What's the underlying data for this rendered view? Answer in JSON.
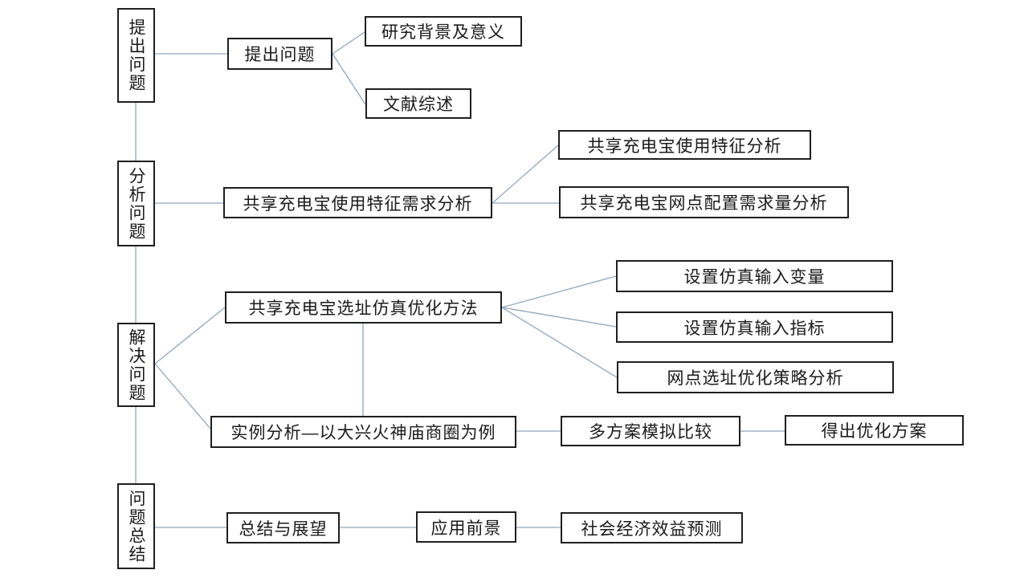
{
  "diagram": {
    "stages": [
      {
        "label": "提出问题"
      },
      {
        "label": "分析问题"
      },
      {
        "label": "解决问题"
      },
      {
        "label": "问题总结"
      }
    ],
    "nodes": {
      "raise_problem": "提出问题",
      "research_background": "研究背景及意义",
      "literature_review": "文献综述",
      "usage_demand_analysis": "共享充电宝使用特征需求分析",
      "usage_feature_analysis": "共享充电宝使用特征分析",
      "network_demand_analysis": "共享充电宝网点配置需求量分析",
      "siting_simulation_method": "共享充电宝选址仿真优化方法",
      "sim_input_variables": "设置仿真输入变量",
      "sim_input_indicators": "设置仿真输入指标",
      "siting_strategy_analysis": "网点选址优化策略分析",
      "case_study": "实例分析—以大兴火神庙商圈为例",
      "multi_scheme_comparison": "多方案模拟比较",
      "optimized_scheme": "得出优化方案",
      "summary_outlook": "总结与展望",
      "application_prospect": "应用前景",
      "socioeconomic_forecast": "社会经济效益预测"
    },
    "colors": {
      "box_border": "#1f1f1f",
      "connector": "#8fa6ba",
      "background": "#ffffff",
      "text": "#1a1a1a"
    }
  }
}
